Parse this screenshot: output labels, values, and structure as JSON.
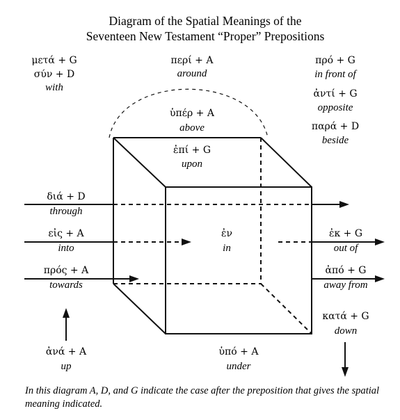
{
  "title": {
    "line1": "Diagram of the Spatial Meanings of the",
    "line2": "Seventeen New Testament “Proper” Prepositions"
  },
  "prepositions": {
    "meta": {
      "greek": "μετά + G",
      "meaning": ""
    },
    "syn": {
      "greek": "σύν + D",
      "meaning": "with"
    },
    "peri": {
      "greek": "περί + A",
      "meaning": "around"
    },
    "pro": {
      "greek": "πρό + G",
      "meaning": "in front of"
    },
    "anti": {
      "greek": "ἀντί + G",
      "meaning": "opposite"
    },
    "para": {
      "greek": "παρά + D",
      "meaning": "beside"
    },
    "hyper": {
      "greek": "ὑπέρ + A",
      "meaning": "above"
    },
    "epi": {
      "greek": "ἐπί + G",
      "meaning": "upon"
    },
    "dia": {
      "greek": "διά + D",
      "meaning": "through"
    },
    "eis": {
      "greek": "εἰς + A",
      "meaning": "into"
    },
    "en": {
      "greek": "ἐν",
      "meaning": "in"
    },
    "ek": {
      "greek": "ἐκ + G",
      "meaning": "out of"
    },
    "pros": {
      "greek": "πρός + A",
      "meaning": "towards"
    },
    "apo": {
      "greek": "ἀπό + G",
      "meaning": "away from"
    },
    "kata": {
      "greek": "κατά + G",
      "meaning": "down"
    },
    "ana": {
      "greek": "ἀνά + A",
      "meaning": "up"
    },
    "hypo": {
      "greek": "ὑπό + A",
      "meaning": "under"
    }
  },
  "caption": {
    "line1": "In this diagram A, D, and G indicate the case after the preposition that gives the spatial",
    "line2": "meaning indicated."
  }
}
